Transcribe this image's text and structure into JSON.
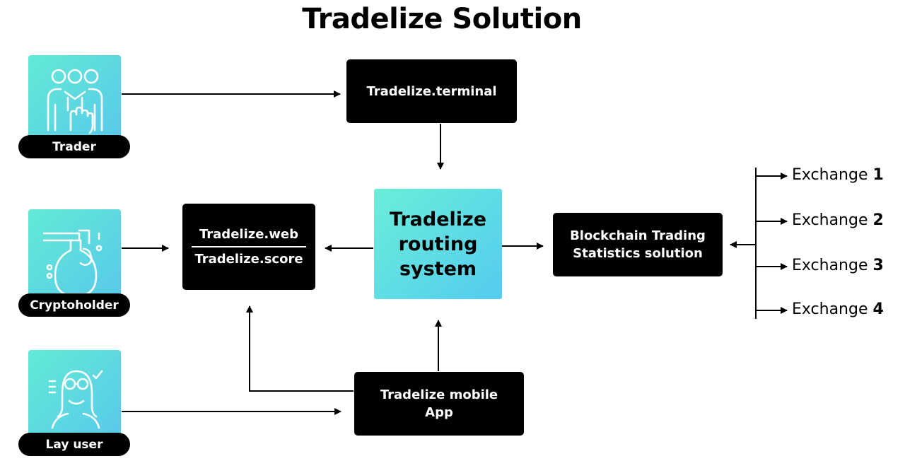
{
  "title": "Tradelize Solution",
  "actors": {
    "trader": "Trader",
    "cryptoholder": "Cryptoholder",
    "lay_user": "Lay user"
  },
  "nodes": {
    "terminal": "Tradelize.terminal",
    "web": "Tradelize.web",
    "score": "Tradelize.score",
    "routing": [
      "Tradelize",
      "routing",
      "system"
    ],
    "blockchain": [
      "Blockchain Trading",
      "Statistics solution"
    ],
    "mobile": [
      "Tradelize mobile",
      "App"
    ]
  },
  "exchanges": [
    {
      "label": "Exchange",
      "number": "1"
    },
    {
      "label": "Exchange",
      "number": "2"
    },
    {
      "label": "Exchange",
      "number": "3"
    },
    {
      "label": "Exchange",
      "number": "4"
    }
  ],
  "colors": {
    "box": "#000000",
    "gradient_start": "#63ead6",
    "gradient_end": "#58c8ea"
  },
  "icons": [
    "people-hand-icon",
    "spray-bottle-icon",
    "woman-glasses-icon"
  ]
}
